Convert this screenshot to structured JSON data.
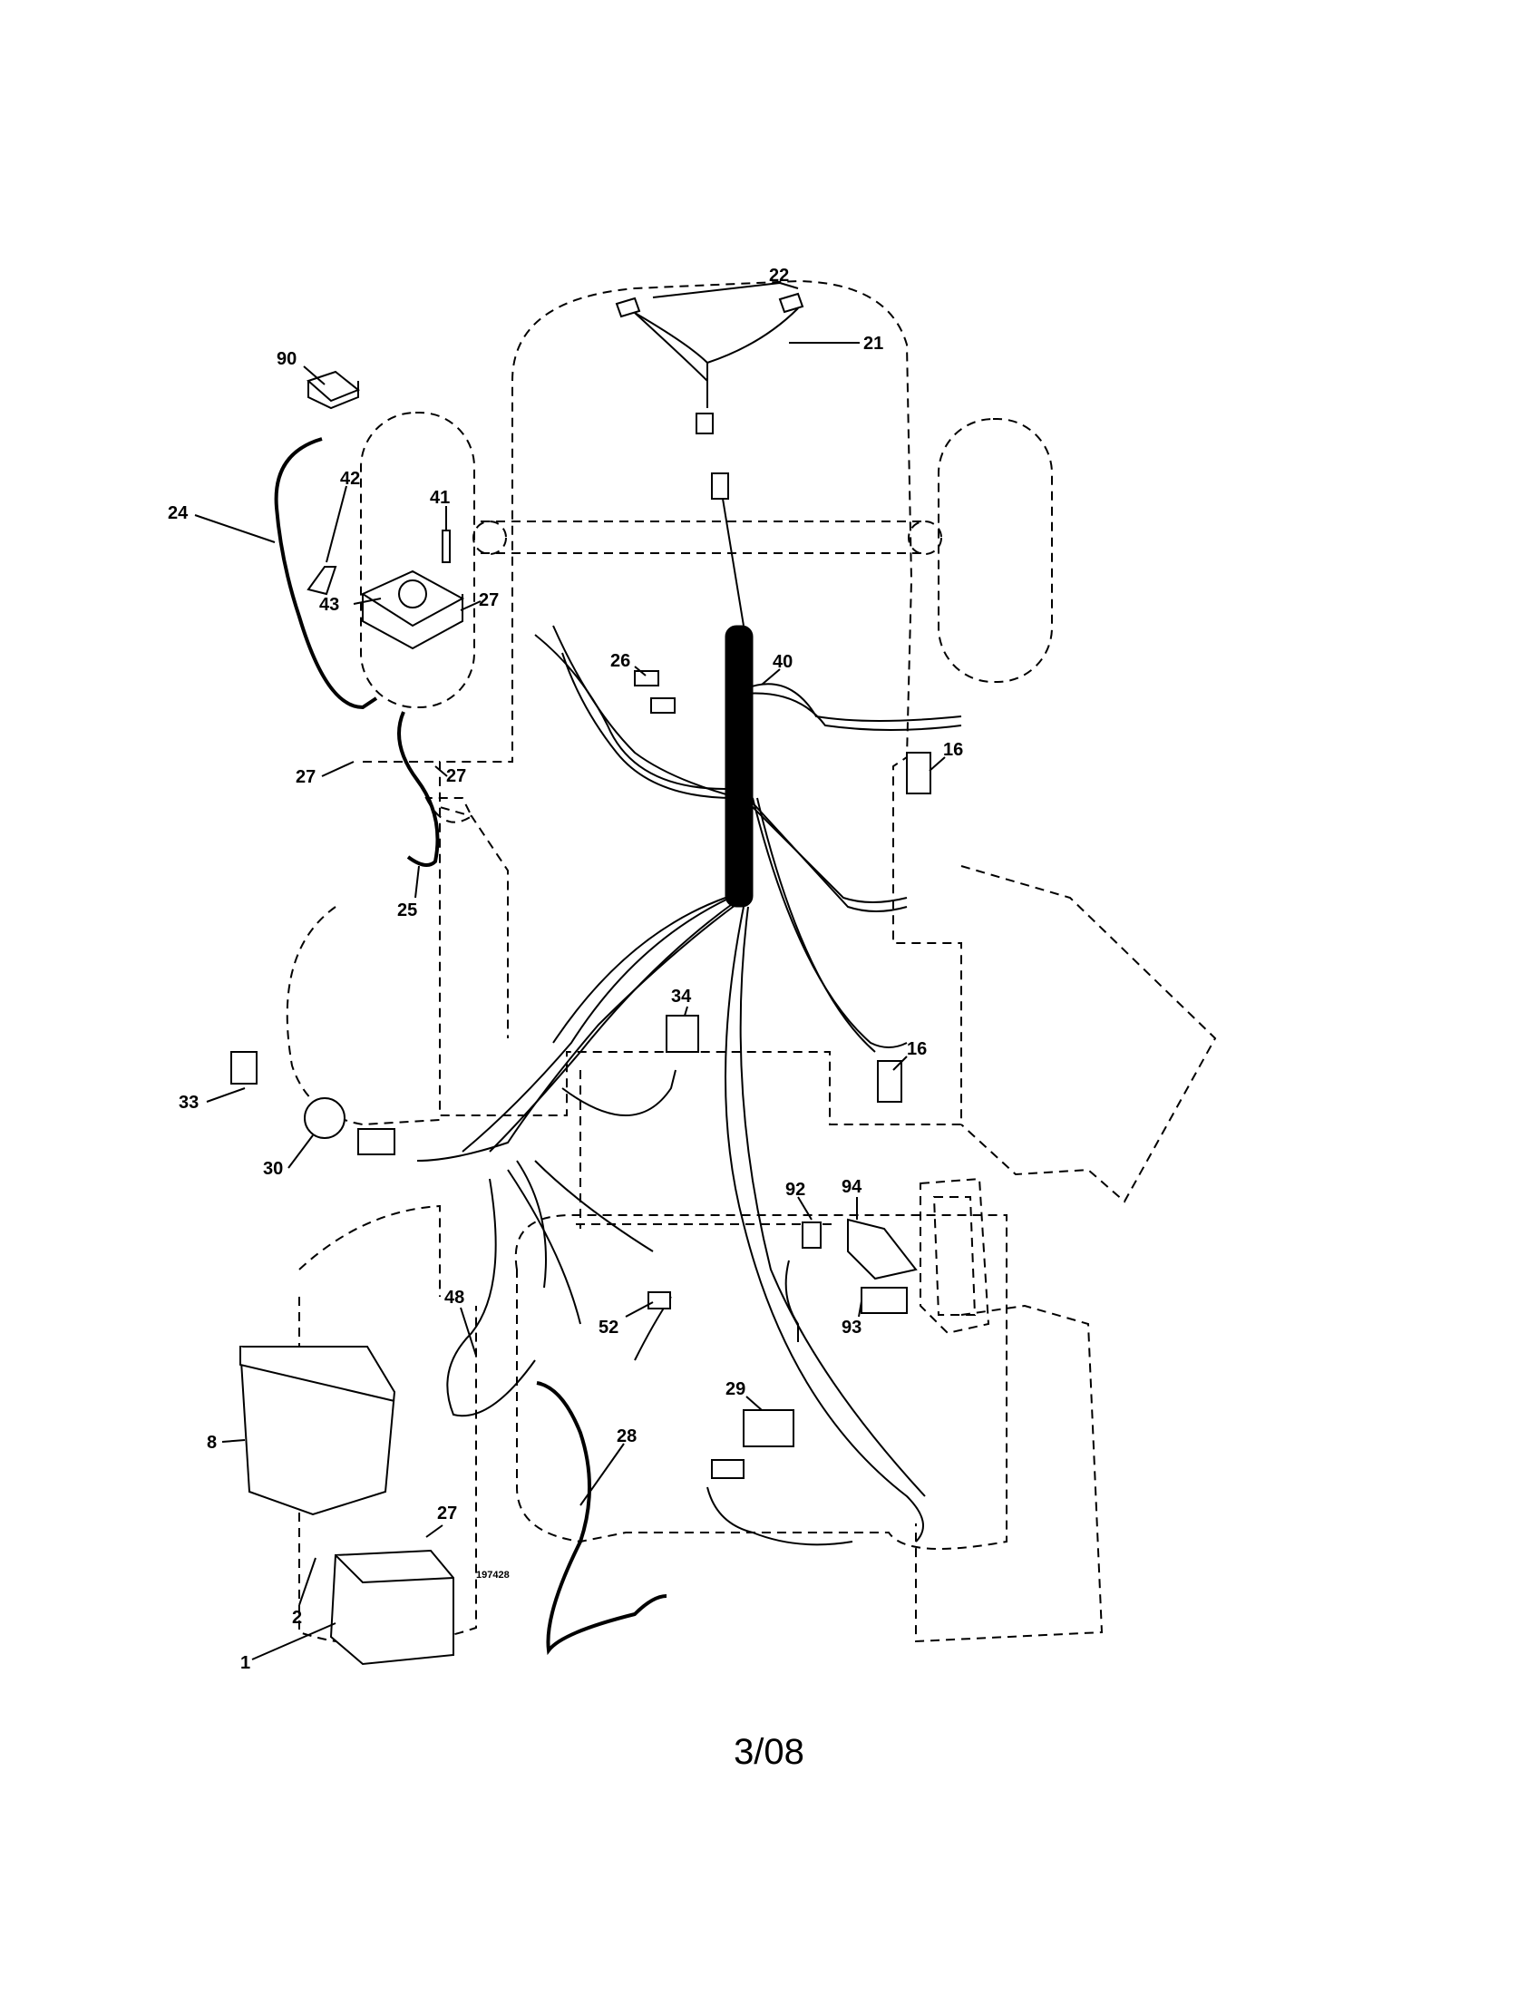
{
  "diagram": {
    "drawing_number": "197428",
    "callouts": [
      "22",
      "21",
      "90",
      "24",
      "42",
      "41",
      "43",
      "27",
      "27",
      "27",
      "26",
      "40",
      "16",
      "16",
      "34",
      "25",
      "33",
      "30",
      "92",
      "94",
      "93",
      "48",
      "52",
      "29",
      "8",
      "28",
      "27",
      "2",
      "1"
    ]
  },
  "footer": {
    "date_code": "3/08"
  }
}
